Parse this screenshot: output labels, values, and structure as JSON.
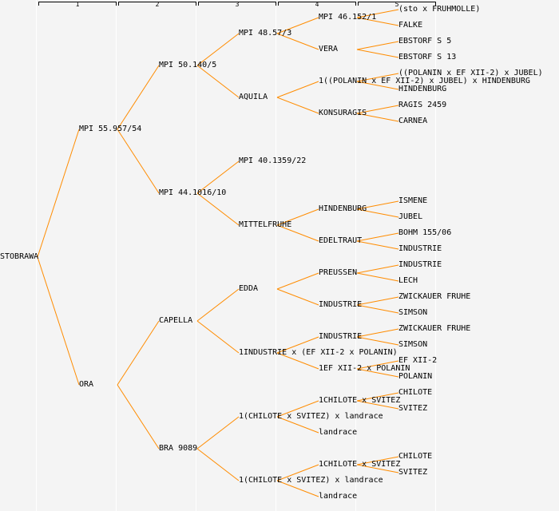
{
  "headers": [
    "1",
    "2",
    "3",
    "4",
    "5"
  ],
  "colors": {
    "line": "#ff8c00",
    "background": "#f4f4f4",
    "text": "#000000"
  },
  "tree": {
    "root": "STOBRAWA",
    "generations": [
      [
        "MPI 55.957/54",
        "ORA"
      ],
      [
        "MPI 50.140/5",
        "MPI 44.1016/10",
        "CAPELLA",
        "BRA 9089"
      ],
      [
        "MPI 48.57/3",
        "AQUILA",
        "MPI 40.1359/22",
        "MITTELFRUHE",
        "EDDA",
        "1INDUSTRIE x (EF XII-2 x POLANIN)",
        "1(CHILOTE x SVITEZ) x landrace",
        "1(CHILOTE x SVITEZ) x landrace"
      ],
      [
        "MPI 46.152/1",
        "VERA",
        "1((POLANIN x EF XII-2) x JUBEL) x HINDENBURG",
        "KONSURAGIS",
        null,
        null,
        "HINDENBURG",
        "EDELTRAUT",
        "PREUSSEN",
        "INDUSTRIE",
        "INDUSTRIE",
        "1EF XII-2 x POLANIN",
        "1CHILOTE x SVITEZ",
        "landrace",
        "1CHILOTE x SVITEZ",
        "landrace"
      ],
      [
        "(sto x FRUHMOLLE)",
        "FALKE",
        "EBSTORF S 5",
        "EBSTORF S 13",
        "((POLANIN x EF XII-2) x JUBEL)",
        "HINDENBURG",
        "RAGIS 2459",
        "CARNEA",
        null,
        null,
        null,
        null,
        "ISMENE",
        "JUBEL",
        "BOHM 155/06",
        "INDUSTRIE",
        "INDUSTRIE",
        "LECH",
        "ZWICKAUER FRUHE",
        "SIMSON",
        "ZWICKAUER FRUHE",
        "SIMSON",
        "EF XII-2",
        "POLANIN",
        "CHILOTE",
        "SVITEZ",
        null,
        null,
        "CHILOTE",
        "SVITEZ",
        null,
        null
      ]
    ]
  }
}
